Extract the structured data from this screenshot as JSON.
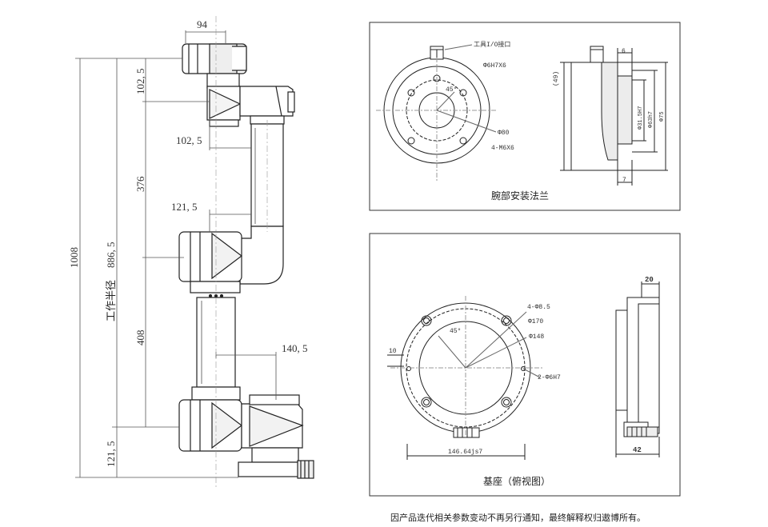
{
  "arm": {
    "dim_top_width": "94",
    "dim_1008": "1008",
    "dim_886": "886, 5",
    "dim_102_top": "102, 5",
    "dim_102_mid": "102, 5",
    "dim_376": "376",
    "dim_121_mid": "121, 5",
    "dim_408": "408",
    "dim_140": "140, 5",
    "dim_121_bottom": "121, 5",
    "work_radius_label": "工作半径"
  },
  "wrist_flange": {
    "caption": "腕部安装法兰",
    "io_label": "工具I/O接口",
    "hole_label": "Φ6H7X6",
    "angle_label": "45°",
    "dia_80": "Φ80",
    "thread_label": "4-M6X6",
    "dim_49": "(49)",
    "dim_6": "6",
    "dim_7": "7",
    "dia_31_5": "Φ31.5H7",
    "dia_63": "Φ63h7",
    "dia_75": "Φ75"
  },
  "base": {
    "caption": "基座（俯视图）",
    "hole_label": "4-Φ8.5",
    "dia_170": "Φ170",
    "dia_148": "Φ148",
    "angle_label": "45°",
    "pin_label": "2-Φ6H7",
    "dim_10": "10",
    "dim_146": "146.64js7",
    "dim_20": "20",
    "dim_42": "42"
  },
  "footer_note": "因产品迭代相关参数变动不再另行通知，最终解释权归遨博所有。"
}
